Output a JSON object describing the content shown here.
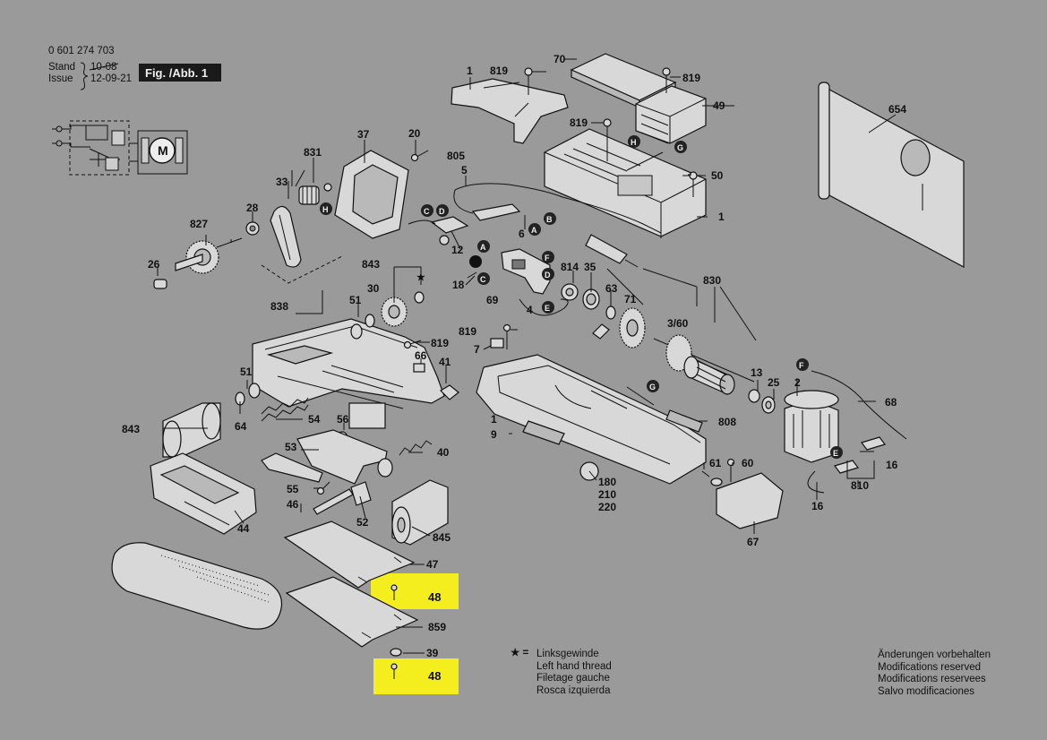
{
  "header": {
    "doc_number": "0 601 274 703",
    "stand_label": "Stand",
    "issue_label": "Issue",
    "old_date": "10-08",
    "new_date": "12-09-21",
    "fig_label": "Fig. /Abb. 1"
  },
  "diagram": {
    "motor_symbol": "M",
    "star_symbol": "★",
    "parts": [
      {
        "id": "p70",
        "text": "70"
      },
      {
        "id": "p1a",
        "text": "1"
      },
      {
        "id": "p819a",
        "text": "819"
      },
      {
        "id": "p819b",
        "text": "819"
      },
      {
        "id": "p49",
        "text": "49"
      },
      {
        "id": "p819c",
        "text": "819"
      },
      {
        "id": "p654",
        "text": "654"
      },
      {
        "id": "p37",
        "text": "37"
      },
      {
        "id": "p20",
        "text": "20"
      },
      {
        "id": "p831",
        "text": "831"
      },
      {
        "id": "p805",
        "text": "805"
      },
      {
        "id": "p5",
        "text": "5"
      },
      {
        "id": "p50",
        "text": "50"
      },
      {
        "id": "p1b",
        "text": "1"
      },
      {
        "id": "p33",
        "text": "33"
      },
      {
        "id": "p28",
        "text": "28"
      },
      {
        "id": "p827",
        "text": "827"
      },
      {
        "id": "p6",
        "text": "6"
      },
      {
        "id": "p12",
        "text": "12"
      },
      {
        "id": "p26",
        "text": "26"
      },
      {
        "id": "p843a",
        "text": "843"
      },
      {
        "id": "p814",
        "text": "814"
      },
      {
        "id": "p35",
        "text": "35"
      },
      {
        "id": "p830",
        "text": "830"
      },
      {
        "id": "p18",
        "text": "18"
      },
      {
        "id": "p63",
        "text": "63"
      },
      {
        "id": "p71",
        "text": "71"
      },
      {
        "id": "p30",
        "text": "30"
      },
      {
        "id": "p51a",
        "text": "51"
      },
      {
        "id": "p838",
        "text": "838"
      },
      {
        "id": "p69",
        "text": "69"
      },
      {
        "id": "p4",
        "text": "4"
      },
      {
        "id": "p360",
        "text": "3/60"
      },
      {
        "id": "p819d",
        "text": "819"
      },
      {
        "id": "p819e",
        "text": "819"
      },
      {
        "id": "p7",
        "text": "7"
      },
      {
        "id": "p66",
        "text": "66"
      },
      {
        "id": "p41",
        "text": "41"
      },
      {
        "id": "p51b",
        "text": "51"
      },
      {
        "id": "p13",
        "text": "13"
      },
      {
        "id": "p25",
        "text": "25"
      },
      {
        "id": "p2",
        "text": "2"
      },
      {
        "id": "p68",
        "text": "68"
      },
      {
        "id": "p843b",
        "text": "843"
      },
      {
        "id": "p64",
        "text": "64"
      },
      {
        "id": "p54",
        "text": "54"
      },
      {
        "id": "p56",
        "text": "56"
      },
      {
        "id": "p1c",
        "text": "1"
      },
      {
        "id": "p9",
        "text": "9"
      },
      {
        "id": "p808",
        "text": "808"
      },
      {
        "id": "p53",
        "text": "53"
      },
      {
        "id": "p40",
        "text": "40"
      },
      {
        "id": "p61",
        "text": "61"
      },
      {
        "id": "p60",
        "text": "60"
      },
      {
        "id": "p16a",
        "text": "16"
      },
      {
        "id": "p55",
        "text": "55"
      },
      {
        "id": "p180",
        "text": "180"
      },
      {
        "id": "p210",
        "text": "210"
      },
      {
        "id": "p220",
        "text": "220"
      },
      {
        "id": "p810",
        "text": "810"
      },
      {
        "id": "p46",
        "text": "46"
      },
      {
        "id": "p52",
        "text": "52"
      },
      {
        "id": "p16b",
        "text": "16"
      },
      {
        "id": "p44",
        "text": "44"
      },
      {
        "id": "p845",
        "text": "845"
      },
      {
        "id": "p67",
        "text": "67"
      },
      {
        "id": "p47",
        "text": "47"
      },
      {
        "id": "p48a",
        "text": "48"
      },
      {
        "id": "p859",
        "text": "859"
      },
      {
        "id": "p39",
        "text": "39"
      },
      {
        "id": "p48b",
        "text": "48"
      }
    ],
    "markers": [
      {
        "id": "mHa",
        "text": "H"
      },
      {
        "id": "mGa",
        "text": "G"
      },
      {
        "id": "mHb",
        "text": "H"
      },
      {
        "id": "mCa",
        "text": "C"
      },
      {
        "id": "mDa",
        "text": "D"
      },
      {
        "id": "mBa",
        "text": "B"
      },
      {
        "id": "mAa",
        "text": "A"
      },
      {
        "id": "mAb",
        "text": "A"
      },
      {
        "id": "mFa",
        "text": "F"
      },
      {
        "id": "mDb",
        "text": "D"
      },
      {
        "id": "mCb",
        "text": "C"
      },
      {
        "id": "mEa",
        "text": "E"
      },
      {
        "id": "mGb",
        "text": "G"
      },
      {
        "id": "mFb",
        "text": "F"
      },
      {
        "id": "mEb",
        "text": "E"
      }
    ]
  },
  "legend": {
    "symbol": "★ =",
    "lines": [
      "Linksgewinde",
      "Left hand thread",
      "Filetage gauche",
      "Rosca izquierda"
    ]
  },
  "notice": {
    "lines": [
      "Änderungen vorbehalten",
      "Modifications reserved",
      "Modifications reservees",
      "Salvo modificaciones"
    ]
  },
  "highlight_color": "#f5ee1e"
}
